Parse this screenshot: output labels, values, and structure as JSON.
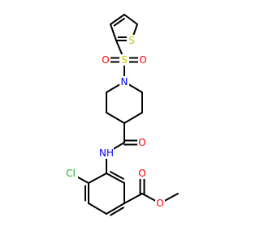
{
  "colors": {
    "carbon_bond": "#000000",
    "oxygen": "#ff0000",
    "nitrogen": "#0000ff",
    "sulfur": "#c8c800",
    "chlorine": "#1fb01f"
  },
  "atoms": {
    "thiophene_s": "S",
    "sulfonyl_s": "S",
    "sulfonyl_o_left": "O",
    "sulfonyl_o_right": "O",
    "piperidine_n": "N",
    "amide_o": "O",
    "amide_nh": "NH",
    "chloro": "Cl",
    "ester_o_carbonyl": "O",
    "ester_o_single": "O"
  }
}
